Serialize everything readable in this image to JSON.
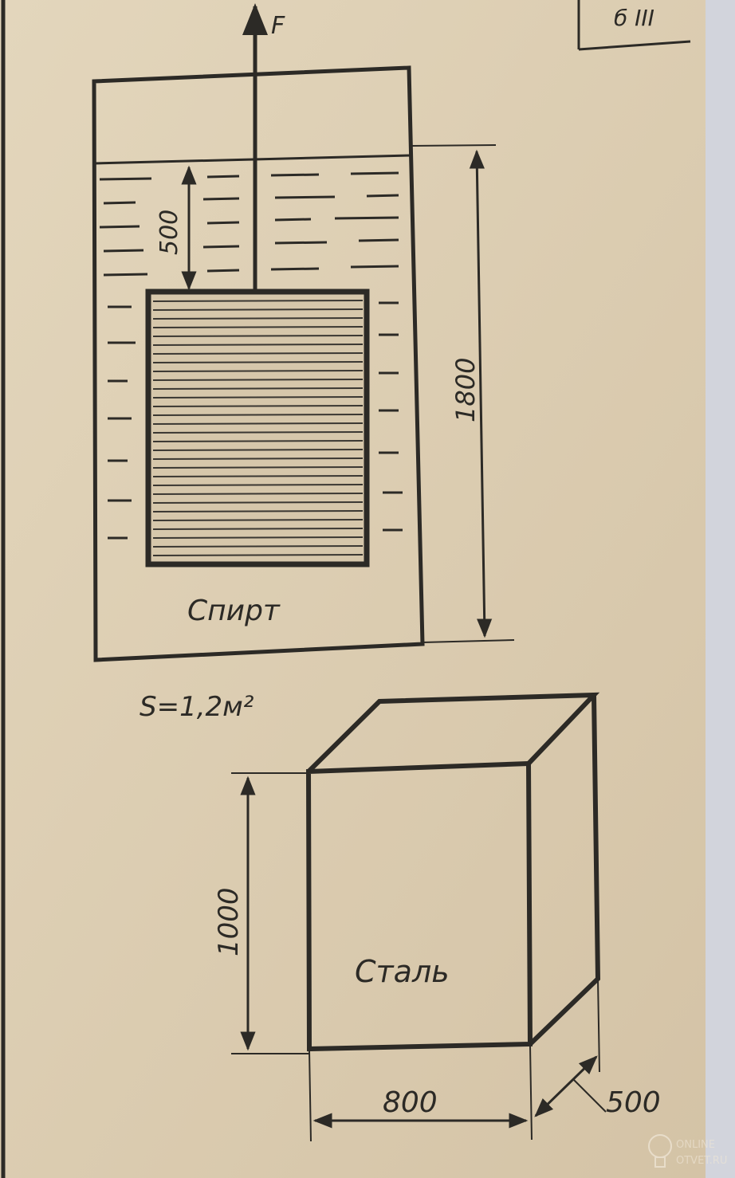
{
  "corner_label": "б III",
  "force_label": "F",
  "tank": {
    "depth_dim": "500",
    "height_dim": "1800",
    "liquid_label": "Спирт",
    "area_label": "S=1,2м²"
  },
  "block": {
    "height_dim": "1000",
    "material_label": "Сталь",
    "width_dim": "800",
    "depth_dim": "500"
  },
  "watermark": {
    "line1": "ONLINE",
    "line2": "OTVET.RU"
  },
  "colors": {
    "paper": "#dccdb2",
    "ink": "#2c2a26"
  }
}
